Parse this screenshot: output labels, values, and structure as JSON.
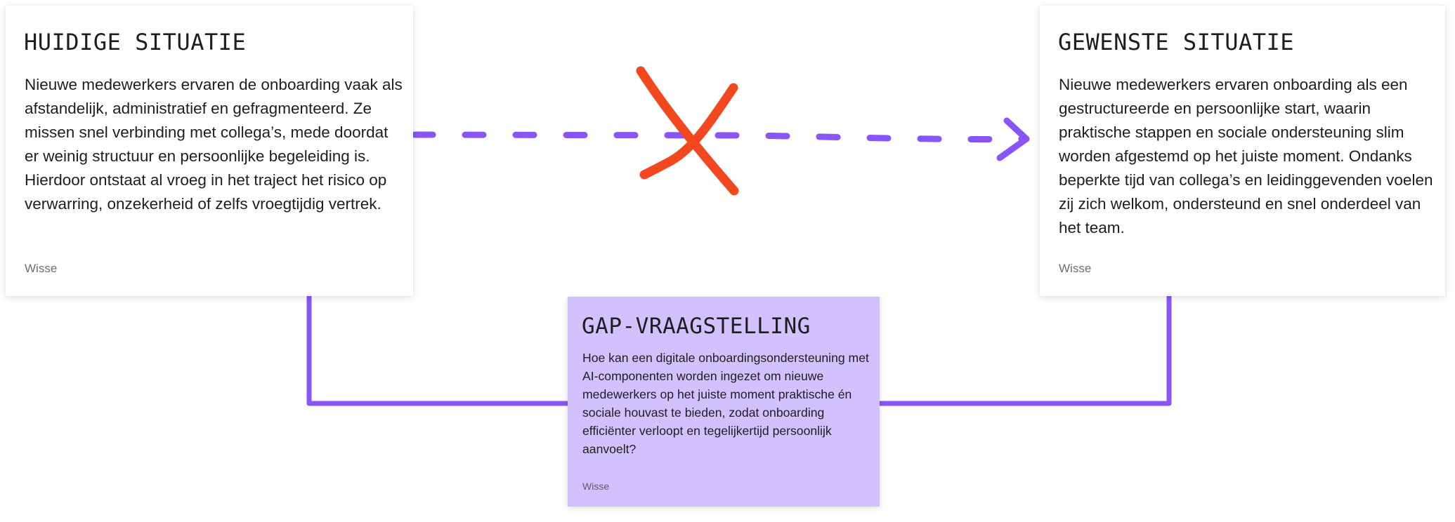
{
  "colors": {
    "background": "#ffffff",
    "card": "#ffffff",
    "gap_card": "#d3c0fe",
    "connector": "#8a55f6",
    "cross": "#f2471f",
    "text": "#1e1e1e",
    "author_text": "#6f6f6f"
  },
  "cards": {
    "huidige": {
      "title": "HUIDIGE SITUATIE",
      "body": "Nieuwe medewerkers ervaren de onboarding vaak als afstandelijk, administratief en gefragmenteerd. Ze missen snel verbinding met collega’s, mede doordat er weinig structuur en persoonlijke begeleiding is. Hierdoor ontstaat al vroeg in het traject het risico op verwarring, onzekerheid of zelfs vroegtijdig vertrek.",
      "author": "Wisse"
    },
    "gewenste": {
      "title": "GEWENSTE SITUATIE",
      "body": "Nieuwe medewerkers ervaren onboarding als een gestructureerde en persoonlijke start, waarin praktische stappen en sociale ondersteuning slim worden afgestemd op het juiste moment. Ondanks beperkte tijd van collega’s en leidinggevenden voelen zij zich welkom, ondersteund en snel onderdeel van het team.",
      "author": "Wisse"
    },
    "gap": {
      "title": "GAP-VRAAGSTELLING",
      "body": "Hoe kan een digitale onboardingsondersteuning met AI-componenten worden ingezet om nieuwe medewerkers op het juiste moment praktische én sociale houvast te bieden, zodat onboarding efficiënter verloopt en tegelijkertijd persoonlijk aanvoelt?",
      "author": "Wisse"
    }
  },
  "connectors": {
    "dashed_arrow": "huidige-to-gewenste",
    "blocked_marker": "cross-icon",
    "gap_links": [
      "huidige-to-gap",
      "gewenste-to-gap"
    ]
  }
}
